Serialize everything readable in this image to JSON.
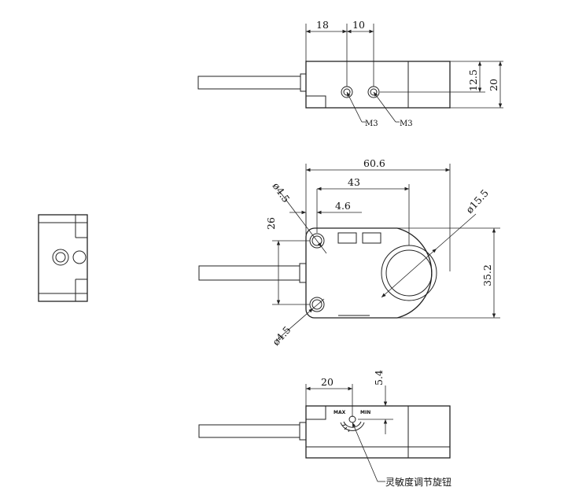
{
  "top_view": {
    "dim_18": "18",
    "dim_10": "10",
    "dim_12_5": "12.5",
    "dim_20": "20",
    "thread_left": "M3",
    "thread_right": "M3"
  },
  "front_view": {
    "dim_60_6": "60.6",
    "dim_43": "43",
    "dim_4_6": "4.6",
    "dim_26": "26",
    "dim_35_2": "35.2",
    "dim_hole_top": "ø4.5",
    "dim_hole_bottom": "ø4.5",
    "dim_bore": "ø15.5"
  },
  "bottom_view": {
    "dim_20": "20",
    "dim_5_4": "5.4",
    "knob_label_max": "MAX",
    "knob_label_min": "MIN",
    "knob_callout": "灵敏度调节旋钮"
  }
}
